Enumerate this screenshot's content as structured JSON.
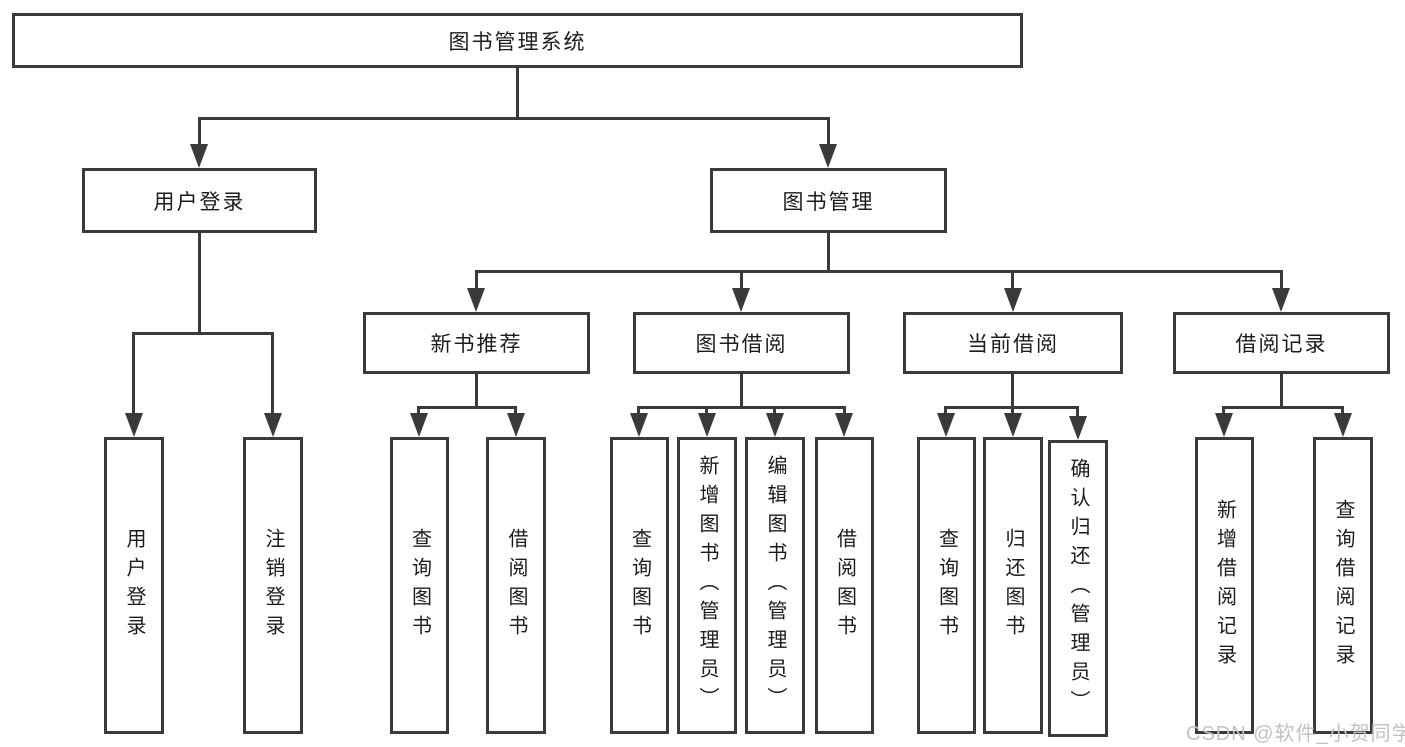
{
  "colors": {
    "background": "#ffffff",
    "line": "#3a3a3a",
    "box_border": "#3a3a3a",
    "box_fill": "#ffffff",
    "text": "#1c1c1c",
    "watermark": "#c2c2c2"
  },
  "watermark": {
    "text": "CSDN @软件_小贺同学"
  },
  "nodes": {
    "root": {
      "label": "图书管理系统"
    },
    "level2": [
      {
        "label": "用户登录",
        "parent": "图书管理系统"
      },
      {
        "label": "图书管理",
        "parent": "图书管理系统"
      }
    ],
    "level3": [
      {
        "label": "新书推荐",
        "parent": "图书管理"
      },
      {
        "label": "图书借阅",
        "parent": "图书管理"
      },
      {
        "label": "当前借阅",
        "parent": "图书管理"
      },
      {
        "label": "借阅记录",
        "parent": "图书管理"
      }
    ],
    "leaves": [
      {
        "label": "用户登录",
        "parent": "用户登录"
      },
      {
        "label": "注销登录",
        "parent": "用户登录"
      },
      {
        "label": "查询图书",
        "parent": "新书推荐"
      },
      {
        "label": "借阅图书",
        "parent": "新书推荐"
      },
      {
        "label": "查询图书",
        "parent": "图书借阅"
      },
      {
        "label": "新增图书（管理员）",
        "parent": "图书借阅"
      },
      {
        "label": "编辑图书（管理员）",
        "parent": "图书借阅"
      },
      {
        "label": "借阅图书",
        "parent": "图书借阅"
      },
      {
        "label": "查询图书",
        "parent": "当前借阅"
      },
      {
        "label": "归还图书",
        "parent": "当前借阅"
      },
      {
        "label": "确认归还（管理员）",
        "parent": "当前借阅"
      },
      {
        "label": "新增借阅记录",
        "parent": "借阅记录"
      },
      {
        "label": "查询借阅记录",
        "parent": "借阅记录"
      }
    ]
  }
}
